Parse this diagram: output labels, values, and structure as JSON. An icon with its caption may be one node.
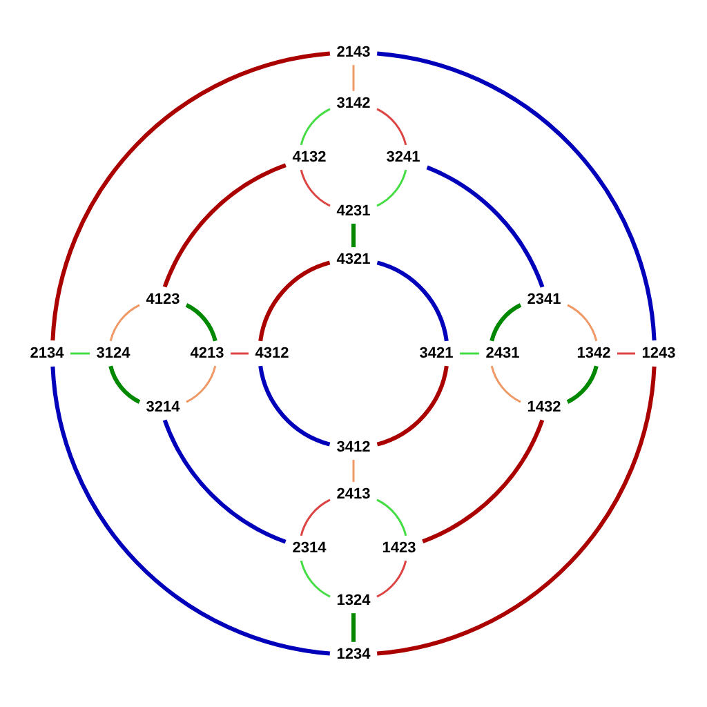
{
  "diagram": {
    "nodes": [
      {
        "text": [
          "2143"
        ]
      },
      {
        "text": [
          "3142"
        ]
      },
      {
        "text": [
          "4132"
        ]
      },
      {
        "text": [
          "3241"
        ]
      },
      {
        "text": [
          "4231"
        ]
      },
      {
        "text": [
          "4321"
        ]
      },
      {
        "text": [
          "4123"
        ]
      },
      {
        "text": [
          "2341"
        ]
      },
      {
        "text": [
          "2134"
        ]
      },
      {
        "text": [
          "3124"
        ]
      },
      {
        "text": [
          "4213"
        ]
      },
      {
        "text": [
          "4312"
        ]
      },
      {
        "text": [
          "3421"
        ]
      },
      {
        "text": [
          "2431"
        ]
      },
      {
        "text": [
          "1342"
        ]
      },
      {
        "text": [
          "1243"
        ]
      },
      {
        "text": [
          "3214"
        ]
      },
      {
        "text": [
          "1432"
        ]
      },
      {
        "text": [
          "3412"
        ]
      },
      {
        "text": [
          "2413"
        ]
      },
      {
        "text": [
          "2314"
        ]
      },
      {
        "text": [
          "1423"
        ]
      },
      {
        "text": [
          "1324"
        ]
      },
      {
        "text": [
          "1234"
        ]
      }
    ],
    "edges": [
      {
        "from": 0,
        "to": 8,
        "arrow": "none",
        "style": "thick",
        "color": "#aa0000"
      },
      {
        "from": 0,
        "to": 15,
        "arrow": "none",
        "style": "thick",
        "color": "#0000bb"
      },
      {
        "from": 8,
        "to": 23,
        "arrow": "none",
        "style": "thick",
        "color": "#0000bb"
      },
      {
        "from": 15,
        "to": 23,
        "arrow": "none",
        "style": "thick",
        "color": "#aa0000"
      },
      {
        "from": 2,
        "to": 6,
        "arrow": "none",
        "style": "thick",
        "color": "#aa0000"
      },
      {
        "from": 3,
        "to": 7,
        "arrow": "none",
        "style": "thick",
        "color": "#0000bb"
      },
      {
        "from": 16,
        "to": 20,
        "arrow": "none",
        "style": "thick",
        "color": "#0000bb"
      },
      {
        "from": 17,
        "to": 21,
        "arrow": "none",
        "style": "thick",
        "color": "#aa0000"
      },
      {
        "from": 5,
        "to": 11,
        "arrow": "none",
        "style": "thick",
        "color": "#aa0000"
      },
      {
        "from": 5,
        "to": 12,
        "arrow": "none",
        "style": "thick",
        "color": "#0000bb"
      },
      {
        "from": 11,
        "to": 18,
        "arrow": "none",
        "style": "thick",
        "color": "#0000bb"
      },
      {
        "from": 12,
        "to": 18,
        "arrow": "none",
        "style": "thick",
        "color": "#aa0000"
      },
      {
        "from": 0,
        "to": 1,
        "arrow": "none",
        "color": "#ee9966"
      },
      {
        "from": 1,
        "to": 2,
        "arrow": "none",
        "color": "#44dd44"
      },
      {
        "from": 1,
        "to": 3,
        "arrow": "none",
        "color": "#dd4444"
      },
      {
        "from": 2,
        "to": 4,
        "arrow": "none",
        "color": "#dd4444"
      },
      {
        "from": 3,
        "to": 4,
        "arrow": "none",
        "color": "#44dd44"
      },
      {
        "from": 4,
        "to": 5,
        "arrow": "none",
        "style": "thick",
        "color": "#008800"
      },
      {
        "from": 8,
        "to": 9,
        "arrow": "none",
        "color": "#44dd44"
      },
      {
        "from": 9,
        "to": 6,
        "arrow": "none",
        "color": "#ee9966"
      },
      {
        "from": 9,
        "to": 16,
        "arrow": "none",
        "style": "thick",
        "color": "#008800"
      },
      {
        "from": 6,
        "to": 10,
        "arrow": "none",
        "style": "thick",
        "color": "#008800"
      },
      {
        "from": 16,
        "to": 10,
        "arrow": "none",
        "color": "#ee9966"
      },
      {
        "from": 10,
        "to": 11,
        "arrow": "none",
        "color": "#dd4444"
      },
      {
        "from": 12,
        "to": 13,
        "arrow": "none",
        "color": "#44dd44"
      },
      {
        "from": 13,
        "to": 7,
        "arrow": "none",
        "style": "thick",
        "color": "#008800"
      },
      {
        "from": 13,
        "to": 17,
        "arrow": "none",
        "color": "#ee9966"
      },
      {
        "from": 7,
        "to": 14,
        "arrow": "none",
        "color": "#ee9966"
      },
      {
        "from": 17,
        "to": 14,
        "arrow": "none",
        "style": "thick",
        "color": "#008800"
      },
      {
        "from": 14,
        "to": 15,
        "arrow": "none",
        "color": "#dd4444"
      },
      {
        "from": 18,
        "to": 19,
        "arrow": "none",
        "color": "#ee9966"
      },
      {
        "from": 19,
        "to": 20,
        "arrow": "none",
        "color": "#dd4444"
      },
      {
        "from": 19,
        "to": 21,
        "arrow": "none",
        "color": "#44dd44"
      },
      {
        "from": 20,
        "to": 22,
        "arrow": "none",
        "color": "#44dd44"
      },
      {
        "from": 21,
        "to": 22,
        "arrow": "none",
        "color": "#dd4444"
      },
      {
        "from": 22,
        "to": 23,
        "arrow": "none",
        "style": "thick",
        "color": "#008800"
      }
    ]
  }
}
